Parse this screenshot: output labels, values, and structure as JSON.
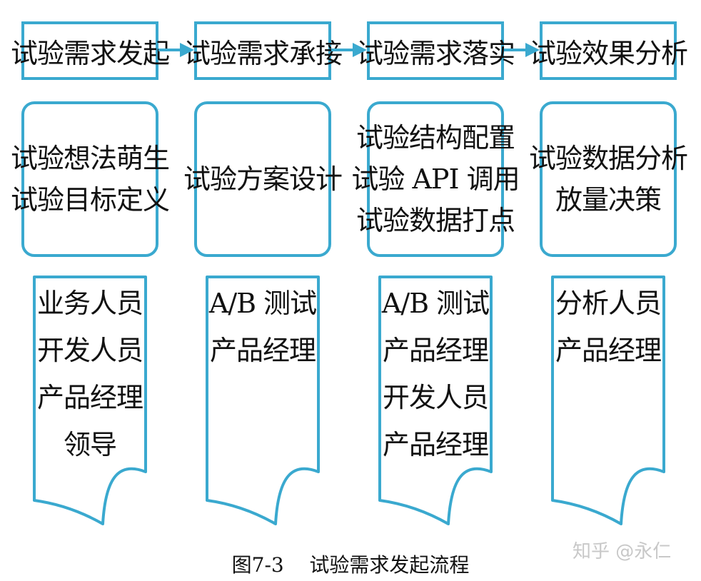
{
  "columns": [
    {
      "stage": "试验需求发起",
      "activities": [
        "试验想法萌生",
        "试验目标定义"
      ],
      "roles": [
        "业务人员",
        "开发人员",
        "产品经理",
        "领导"
      ]
    },
    {
      "stage": "试验需求承接",
      "activities": [
        "试验方案设计"
      ],
      "roles": [
        "A/B 测试",
        "产品经理"
      ]
    },
    {
      "stage": "试验需求落实",
      "activities": [
        "试验结构配置",
        "试验 API 调用",
        "试验数据打点"
      ],
      "roles": [
        "A/B 测试",
        "产品经理",
        "开发人员",
        "产品经理"
      ]
    },
    {
      "stage": "试验效果分析",
      "activities": [
        "试验数据分析",
        "放量决策"
      ],
      "roles": [
        "分析人员",
        "产品经理"
      ]
    }
  ],
  "caption": "图7-3    试验需求发起流程",
  "watermark": "知乎 @永仁",
  "colors": {
    "border": "#3aa9cf",
    "arrow": "#3aa9cf",
    "text": "#111111",
    "watermark": "#c8c8c8"
  }
}
